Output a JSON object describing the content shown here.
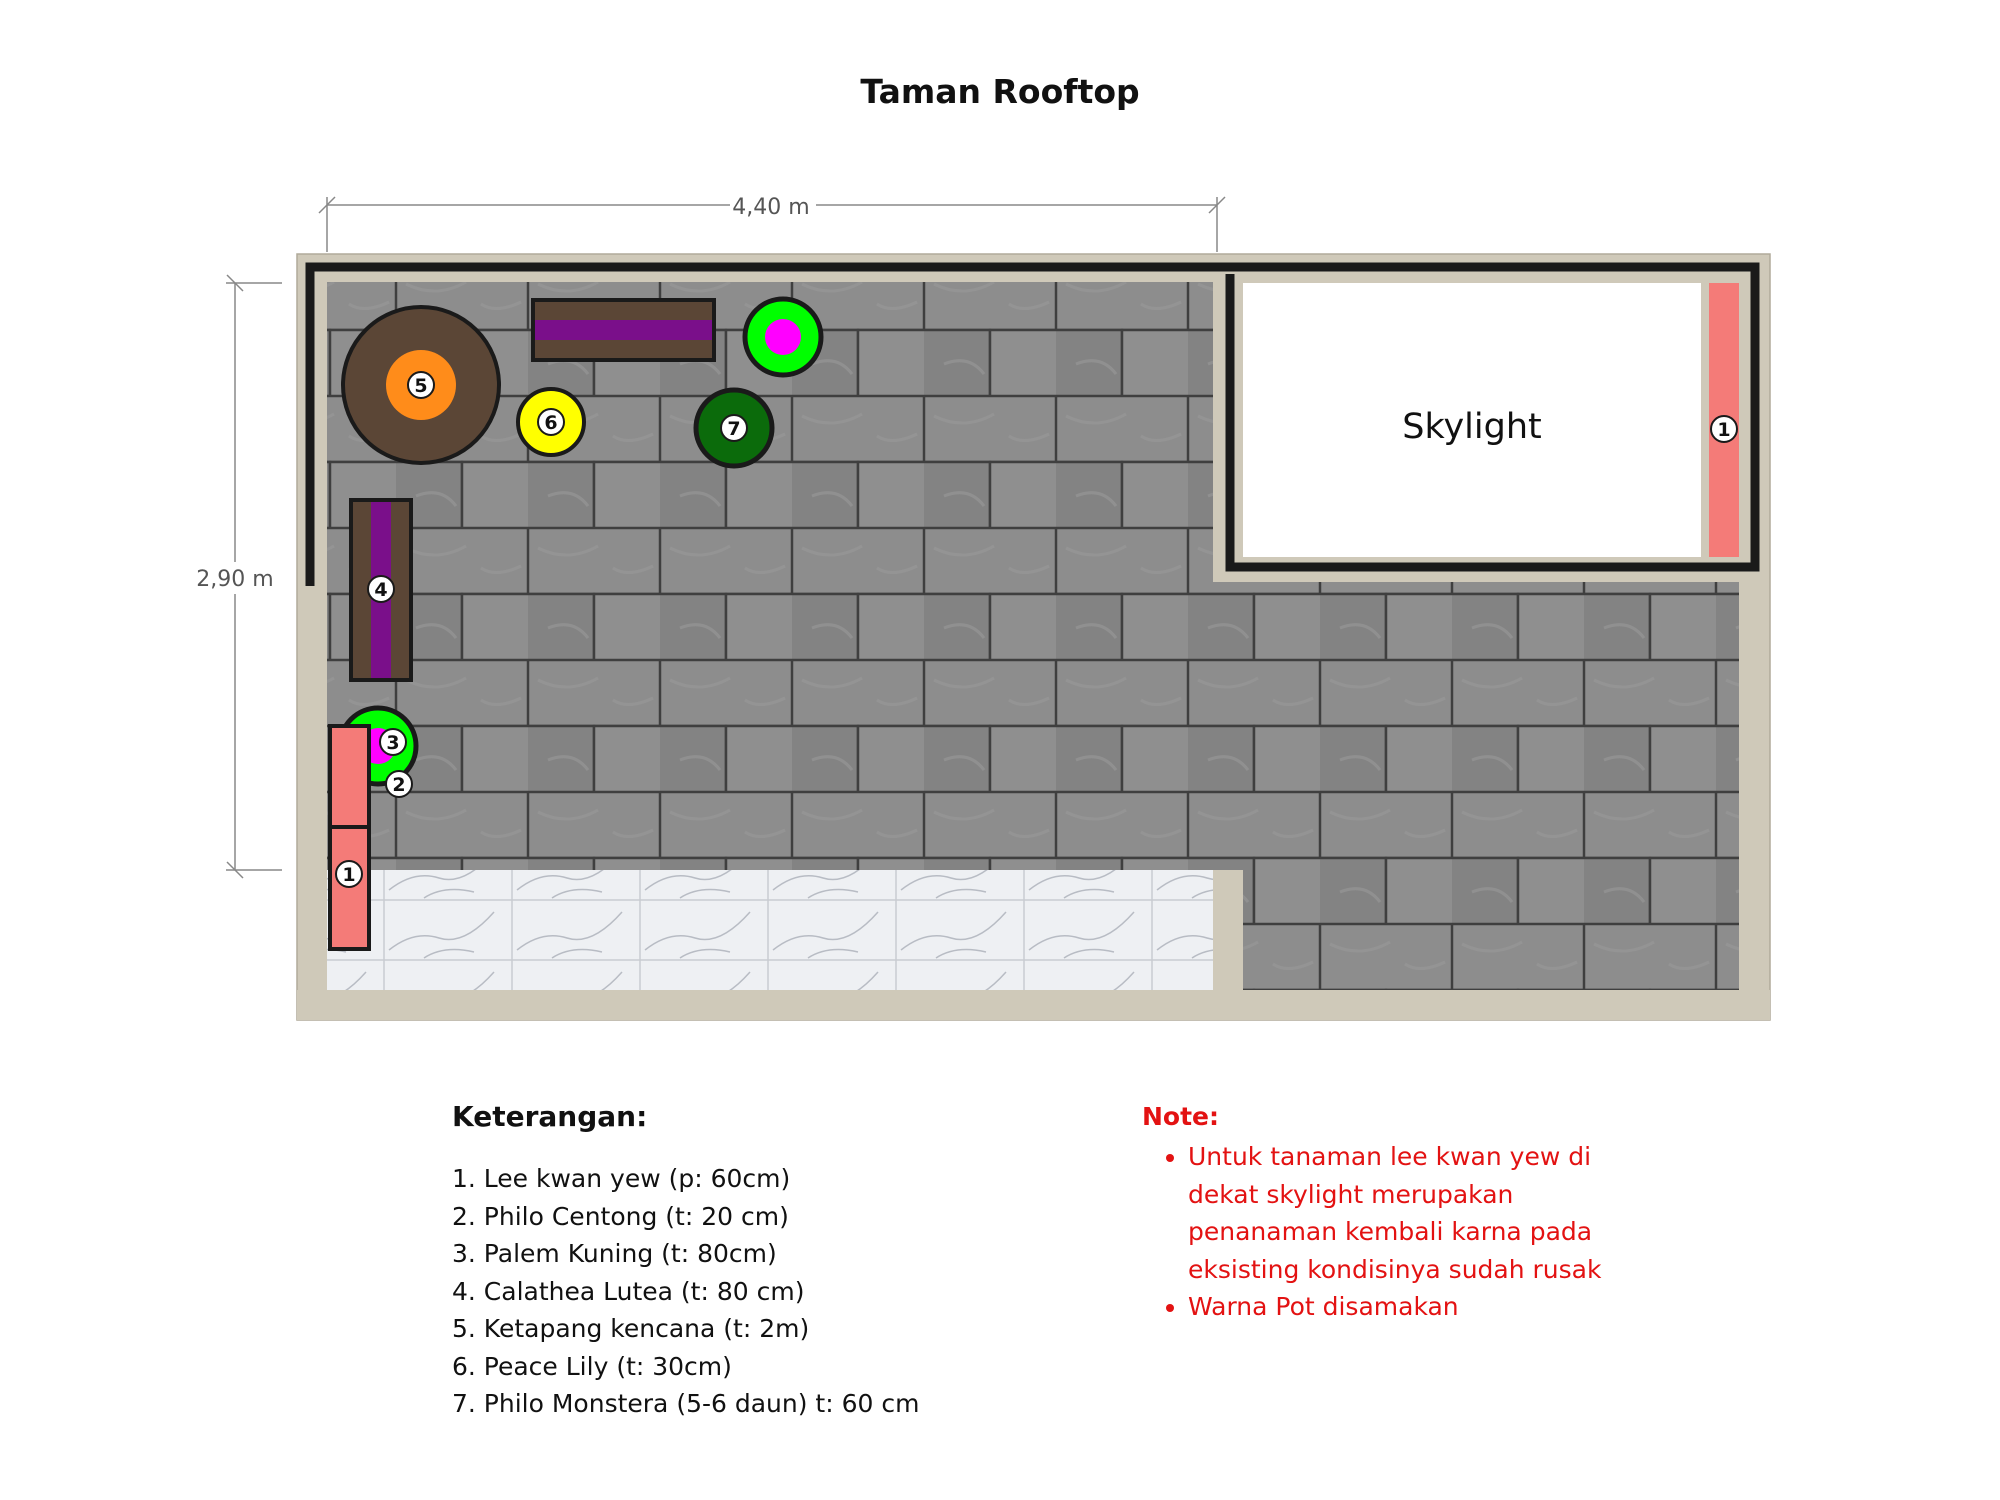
{
  "title": "Taman Rooftop",
  "dimensions": {
    "width": "4,40 m",
    "height": "2,90 m"
  },
  "skylight_label": "Skylight",
  "plant_markers": {
    "m1a": "1",
    "m1b": "1",
    "m2": "2",
    "m3": "3",
    "m4": "4",
    "m5": "5",
    "m6": "6",
    "m7": "7"
  },
  "legend": {
    "title": "Keterangan:",
    "items": [
      "1. Lee kwan yew (p: 60cm)",
      "2. Philo Centong (t: 20 cm)",
      "3. Palem Kuning (t: 80cm)",
      "4. Calathea Lutea (t: 80 cm)",
      "5. Ketapang kencana (t: 2m)",
      "6. Peace Lily (t: 30cm)",
      "7. Philo Monstera (5-6 daun) t: 60 cm"
    ]
  },
  "note": {
    "title": "Note:",
    "items": [
      "Untuk tanaman lee kwan yew di dekat skylight merupakan penanaman kembali karna pada eksisting kondisinya sudah rusak",
      "Warna Pot disamakan"
    ]
  },
  "colors": {
    "wall": "#cfc9b9",
    "floor": "#8a8a8a",
    "marble": "#eef0f3",
    "pot_red": "#f47b78",
    "pot_orange": "#ff8c1a",
    "pot_yellow": "#ffff00",
    "pot_green": "#00ff00",
    "pot_dark_green": "#0b6b0b",
    "magenta": "#ff00ff",
    "purple": "#7a0f8a",
    "soil": "#5b4636",
    "note_red": "#e31212"
  }
}
